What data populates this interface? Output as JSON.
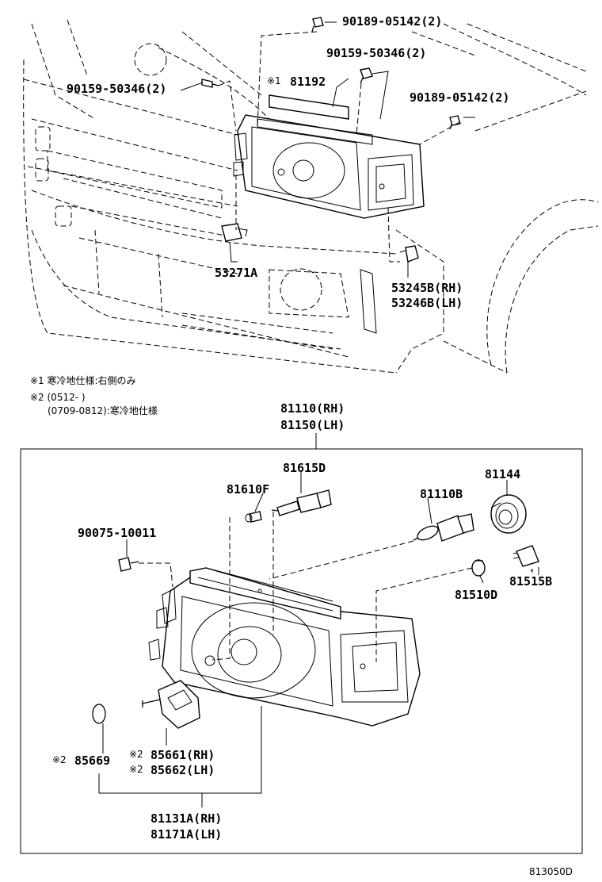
{
  "labels": {
    "p90189_05142_top": "90189-05142(2)",
    "p90159_50346_top": "90159-50346(2)",
    "p90159_50346_left": "90159-50346(2)",
    "p81192_mark": "※1",
    "p81192": "81192",
    "p90189_05142_right": "90189-05142(2)",
    "p53271A": "53271A",
    "p53245B": "53245B(RH)",
    "p53246B": "53246B(LH)",
    "p81110_rh": "81110(RH)",
    "p81150_lh": "81150(LH)",
    "p81615D": "81615D",
    "p81610F": "81610F",
    "p81144": "81144",
    "p81110B": "81110B",
    "p90075_10011": "90075-10011",
    "p81515B": "81515B",
    "p81510D": "81510D",
    "p85669_mark": "※2",
    "p85669": "85669",
    "p85661_mark": "※2",
    "p85661": "85661(RH)",
    "p85662_mark": "※2",
    "p85662": "85662(LH)",
    "p81131A": "81131A(RH)",
    "p81171A": "81171A(LH)"
  },
  "notes": {
    "note1": "※1 寒冷地仕様:右側のみ",
    "note2_line1": "※2 (0512-      )",
    "note2_line2": "(0709-0812):寒冷地仕様"
  },
  "figure_ref": "813050D",
  "icons": [
    "bolt-icon",
    "clip-icon",
    "bulb-icon",
    "socket-icon",
    "motor-icon",
    "o-ring-icon"
  ]
}
